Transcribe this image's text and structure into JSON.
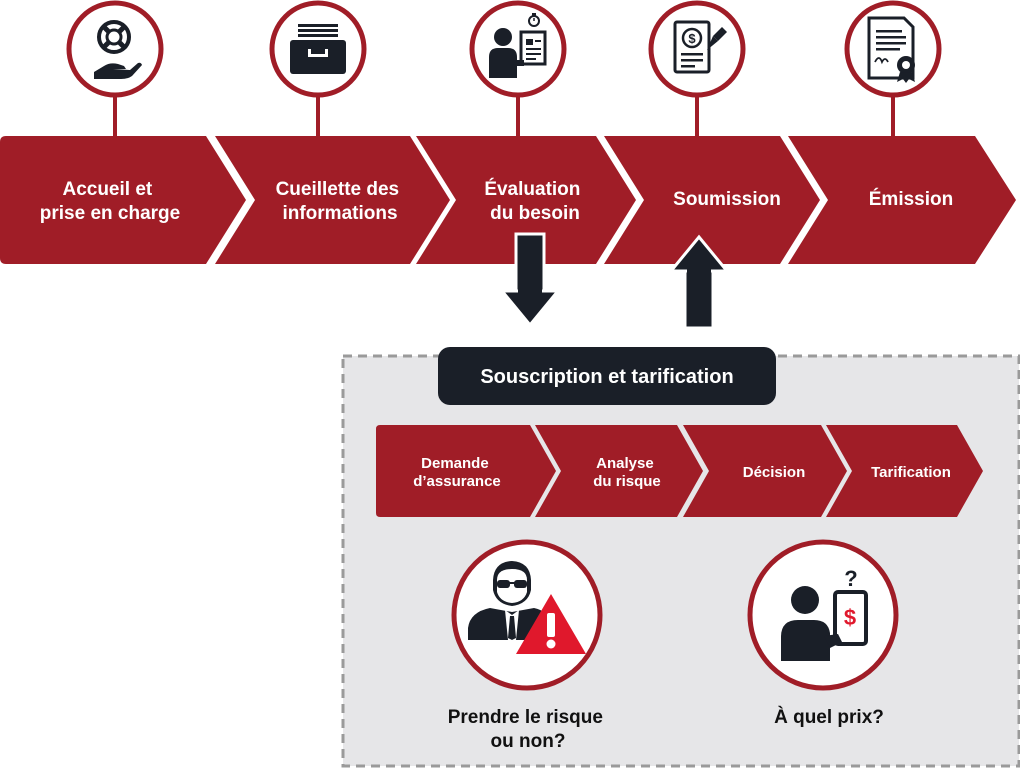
{
  "colors": {
    "primary": "#a01d27",
    "dark": "#1a1f28",
    "panel": "#e6e6e8",
    "dash": "#9a9a9a"
  },
  "main_steps": [
    {
      "line1": "Accueil et",
      "line2": "prise en charge",
      "icon": "lifebuoy-hand-icon"
    },
    {
      "line1": "Cueillette des",
      "line2": "informations",
      "icon": "file-drawer-icon"
    },
    {
      "line1": "Évaluation",
      "line2": "du besoin",
      "icon": "person-clipboard-timer-icon"
    },
    {
      "line1": "Soumission",
      "line2": "",
      "icon": "dollar-document-pen-icon"
    },
    {
      "line1": "Émission",
      "line2": "",
      "icon": "certificate-icon"
    }
  ],
  "underwriting": {
    "title": "Souscription et tarification",
    "steps": [
      {
        "line1": "Demande",
        "line2": "d’assurance"
      },
      {
        "line1": "Analyse",
        "line2": "du risque"
      },
      {
        "line1": "Décision",
        "line2": ""
      },
      {
        "line1": "Tarification",
        "line2": ""
      }
    ],
    "risk_caption": {
      "line1": "Prendre le risque",
      "line2": "ou non?"
    },
    "price_caption": {
      "line1": "À quel prix?",
      "line2": ""
    }
  }
}
